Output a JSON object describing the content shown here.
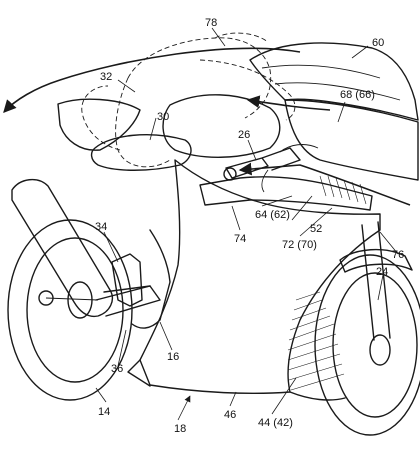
{
  "labels": {
    "l78": "78",
    "l60": "60",
    "l32": "32",
    "l68": "68 (66)",
    "l30": "30",
    "l26": "26",
    "l34": "34",
    "l64": "64 (62)",
    "l52": "52",
    "l74": "74",
    "l72": "72 (70)",
    "l76": "76",
    "l24": "24",
    "l16": "16",
    "l36": "36",
    "l14": "14",
    "l18": "18",
    "l46": "46",
    "l44": "44 (42)"
  }
}
